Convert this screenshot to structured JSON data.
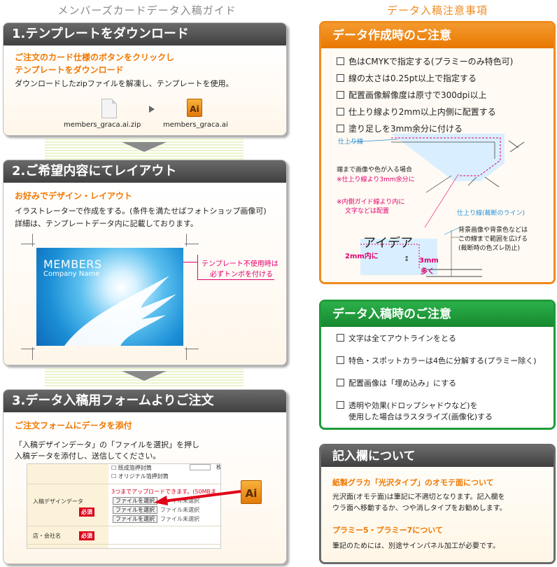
{
  "left_title": "メンバーズカードデータ入稿ガイド",
  "right_title": "データ入稿注意事項",
  "step1": {
    "title": "1.テンプレートをダウンロード",
    "highlight_line1": "ご注文のカード仕様のボタンをクリックし",
    "highlight_line2": "テンプレートをダウンロード",
    "text": "ダウンロードしたzipファイルを解凍し、テンプレートを使用。",
    "file_zip": "members_graca.ai.zip",
    "file_ai": "members_graca.ai",
    "ai_icon": "Ai"
  },
  "step2": {
    "title": "2.ご希望内容にてレイアウト",
    "highlight": "お好みでデザイン・レイアウト",
    "text_line1": "イラストレーターで作成をする。(条件を満たせばフォトショップ画像可)",
    "text_line2": "詳細は、テンプレートデータ内に記載しております。",
    "card_title": "MEMBERS",
    "card_subtitle": "Company Name",
    "note_line1": "テンプレート不使用時は",
    "note_line2": "必ずトンボを付ける"
  },
  "step3": {
    "title": "3.データ入稿用フォームよりご注文",
    "highlight": "ご注文フォームにデータを添付",
    "text_line1": "「入稿デザインデータ」の「ファイルを選択」を押し",
    "text_line2": "入稿データを添付し、送信してください。",
    "form": {
      "top_check_1": "既成箔押封筒",
      "top_check_2": "オリジナル箔押封筒",
      "unit": "枚",
      "design_label": "入稿デザインデータ",
      "required": "必須",
      "upload_note": "3つまでアップロードできます。(50MBま",
      "file_button": "ファイルを選択",
      "no_file": "ファイル未選択",
      "company_label": "店・会社名"
    },
    "ai_icon": "Ai"
  },
  "panel_creation": {
    "title": "データ作成時のご注意",
    "items": [
      "色はCMYKで指定する(プラミーのみ特色可)",
      "線の太さは0.25pt以上で指定する",
      "配置画像解像度は原寸で300dpi以上",
      "仕上り線より2mm以上内側に配置する",
      "塗り足しを3mm余分に付ける"
    ],
    "diagram": {
      "finish_line": "仕上り線",
      "bleed_case": "端まで画像や色が入る場合",
      "bleed_note": "※仕上り線より3mm余分に",
      "guide_note_1": "※内側ガイド線より内に",
      "guide_note_2": "文字などは配置",
      "cut_line": "仕上り線(裁断のライン)",
      "bg_note_1": "背景画像や背景色などは",
      "bg_note_2": "この線まで範囲を広げる",
      "bg_note_3": "(裁断時の色ズレ防止)",
      "sample_text": "アイデア",
      "inner_2mm": "2mm内に",
      "extra_3mm_1": "3mm",
      "extra_3mm_2": "多く"
    }
  },
  "panel_submission": {
    "title": "データ入稿時のご注意",
    "items": [
      "文字は全てアウトラインをとる",
      "特色・スポットカラーは4色に分解する(プラミー除く)",
      "配置画像は「埋め込み」にする"
    ],
    "item4_line1": "透明や効果(ドロップシャドウなど)を",
    "item4_line2": "使用した場合はラスタライズ(画像化)する"
  },
  "panel_fill": {
    "title": "記入欄について",
    "heading1": "紙製グラカ「光沢タイプ」のオモテ面について",
    "text1_line1": "光沢面(オモテ面)は筆記に不適切となります。記入欄を",
    "text1_line2": "ウラ面へ移動するか、つや消しタイプをお勧めします。",
    "heading2": "プラミー5・プラミー7について",
    "text2": "筆記のためには、別途サインパネル加工が必要です。"
  },
  "colors": {
    "orange_accent": "#f07800",
    "creation_panel": "#f08a1c",
    "submission_panel": "#1f9a3a",
    "fill_panel": "#555555",
    "step_header": "#505050"
  }
}
